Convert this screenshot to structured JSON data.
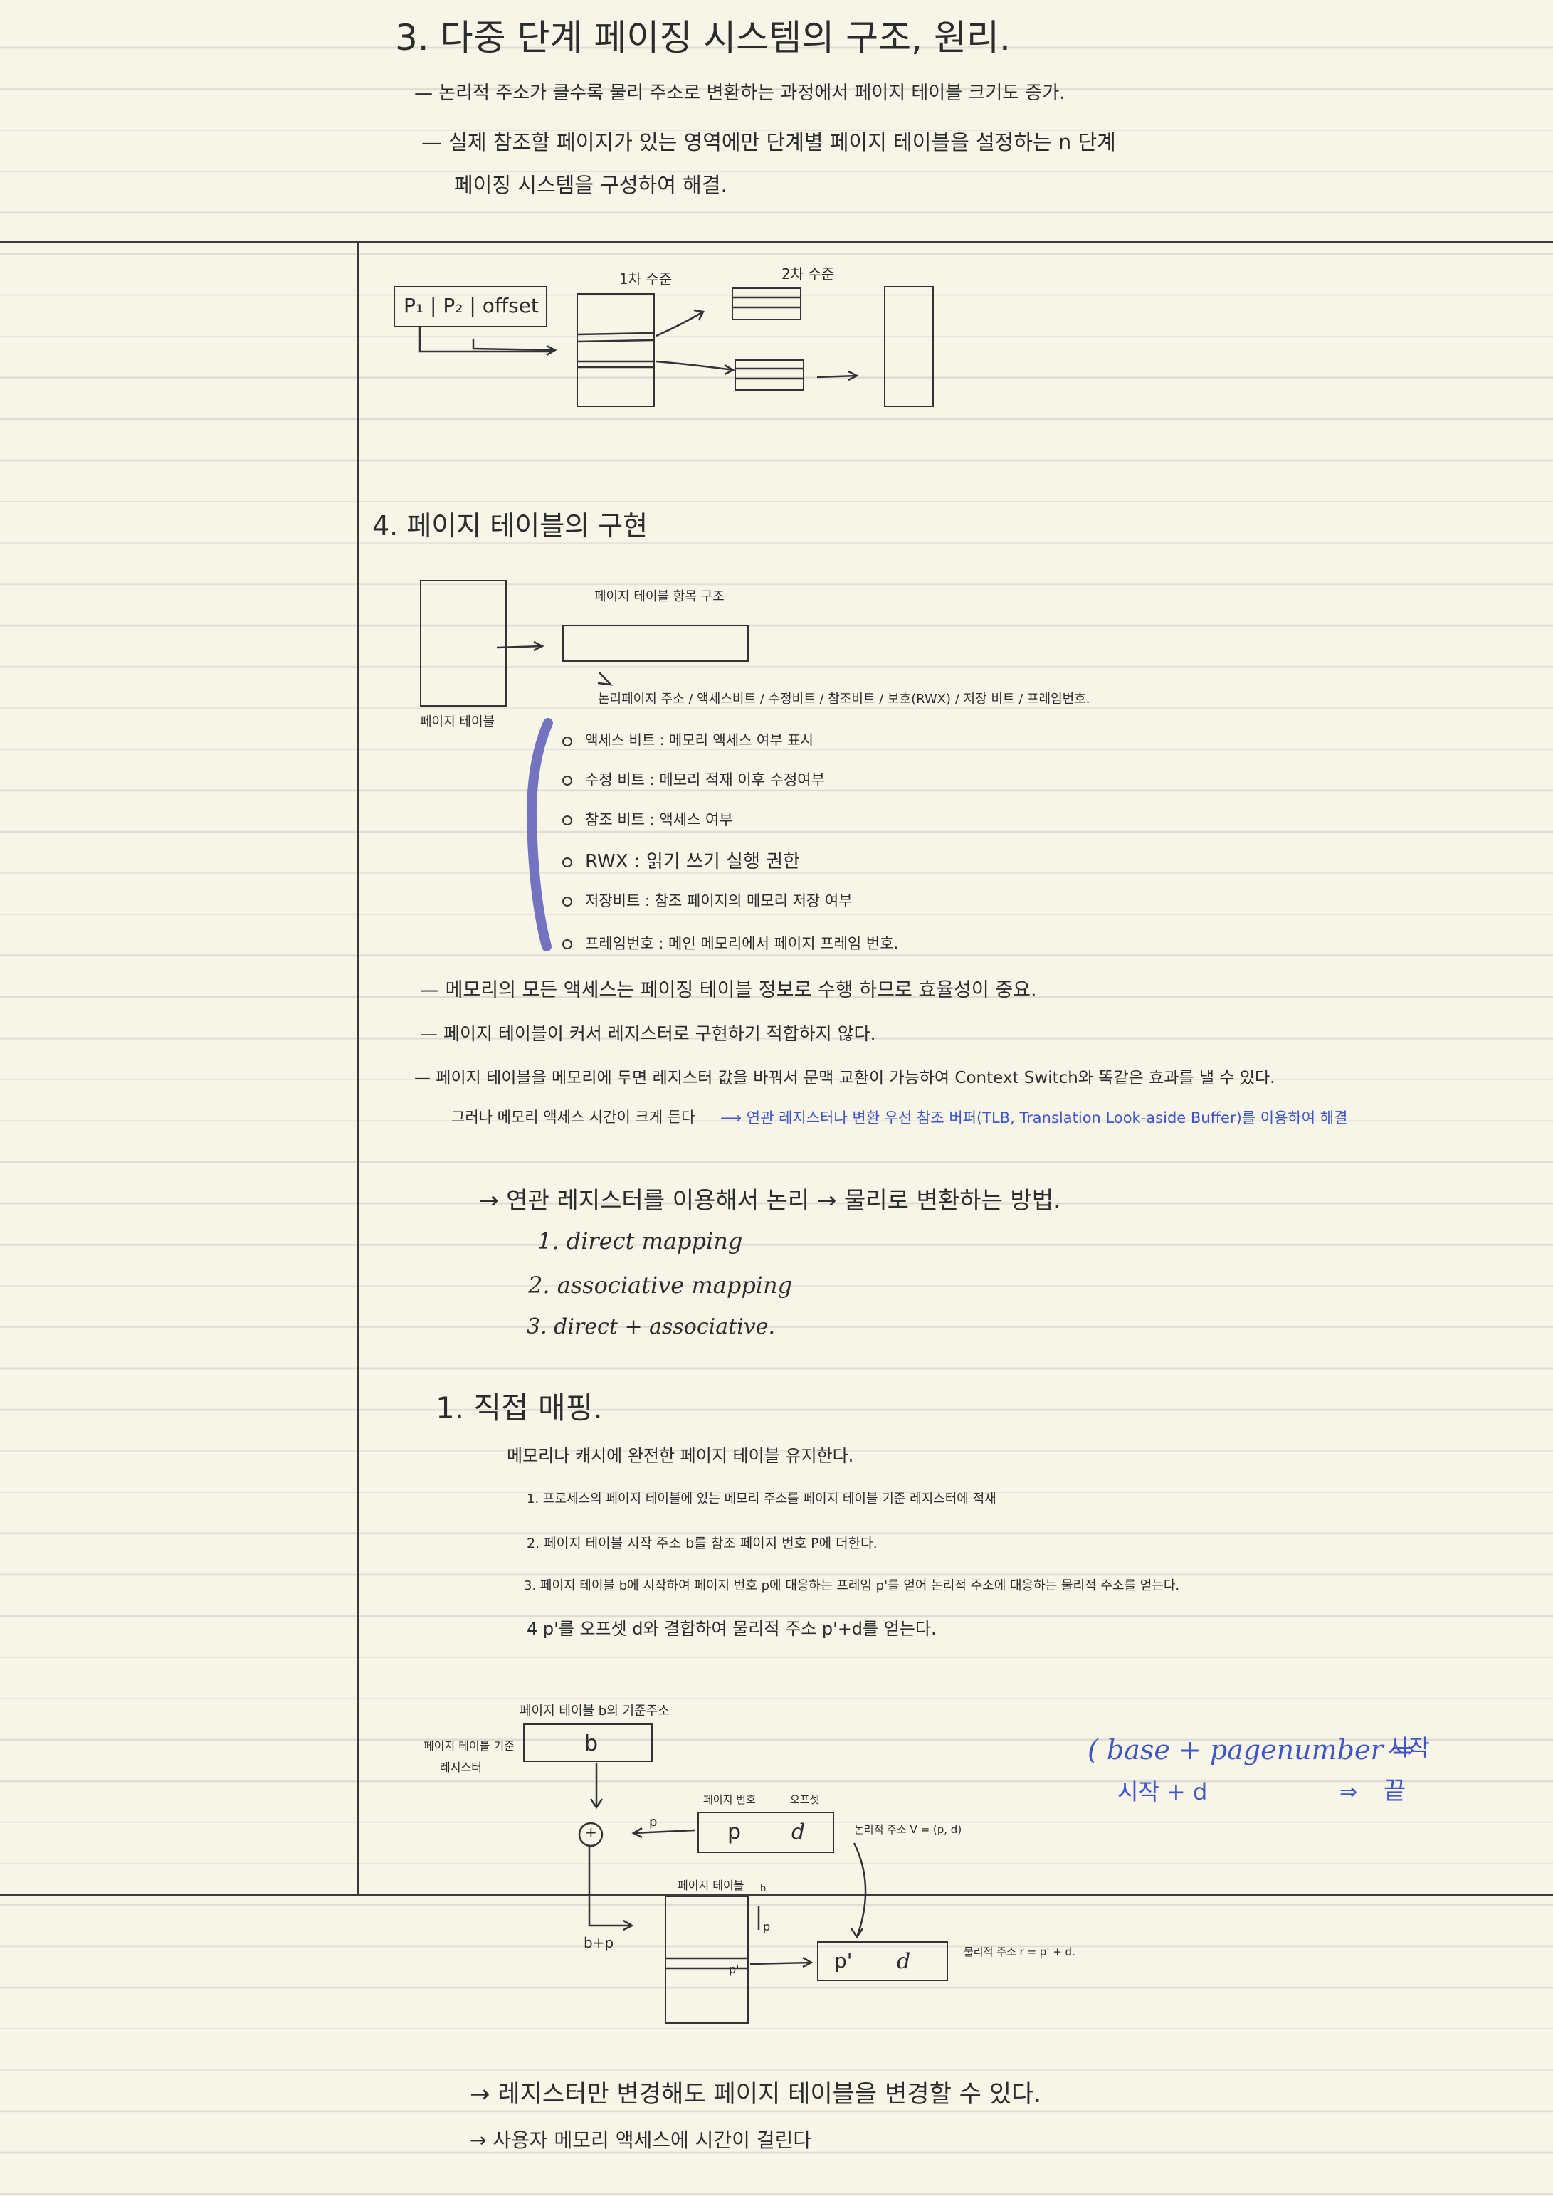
{
  "sec3": {
    "title": "3. 다중 단계 페이징 시스템의 구조, 원리.",
    "lines": [
      "— 논리적 주소가 클수록 물리 주소로 변환하는 과정에서 페이지 테이블 크기도 증가.",
      "— 실제 참조할 페이지가 있는 영역에만 단계별 페이지 테이블을 설정하는 n 단계",
      "페이징 시스템을 구성하여 해결."
    ],
    "diagram": {
      "address_label": "P₁ | P₂ | offset",
      "level1_label": "1차 수준",
      "level2_label": "2차 수준"
    }
  },
  "sec4": {
    "title": "4. 페이지 테이블의 구현",
    "entry_caption": "페이지 테이블 항목 구조",
    "page_table_caption": "페이지 테이블",
    "entry_fields": "논리페이지 주소 / 액세스비트 / 수정비트 / 참조비트 / 보호(RWX) / 저장 비트 / 프레임번호.",
    "bits": [
      "액세스 비트 : 메모리 액세스 여부 표시",
      "수정 비트 : 메모리 적재 이후 수정여부",
      "참조 비트 : 액세스 여부",
      "RWX : 읽기 쓰기 실행 권한",
      "저장비트 : 참조 페이지의 메모리 저장 여부",
      "프레임번호 : 메인 메모리에서 페이지 프레임 번호."
    ],
    "notes": [
      "— 메모리의 모든 액세스는 페이징 테이블 정보로 수행 하므로 효율성이 중요.",
      "— 페이지 테이블이 커서 레지스터로 구현하기 적합하지 않다.",
      "— 페이지 테이블을 메모리에 두면 레지스터 값을 바꿔서 문맥 교환이 가능하여 Context Switch와 똑같은 효과를 낼 수 있다."
    ],
    "note_cont": "그러나 메모리 액세스 시간이 크게 든다",
    "note_blue": "⟶ 연관 레지스터나 변환 우선 참조 버퍼(TLB, Translation Look-aside Buffer)를 이용하여 해결",
    "method_title": "→ 연관 레지스터를 이용해서 논리 → 물리로 변환하는 방법.",
    "methods": [
      "1. direct mapping",
      "2. associative mapping",
      "3. direct + associative."
    ]
  },
  "sec_direct": {
    "title": "1. 직접 매핑.",
    "intro": "메모리나 캐시에 완전한 페이지 테이블 유지한다.",
    "steps": [
      "1. 프로세스의 페이지 테이블에 있는 메모리 주소를 페이지 테이블 기준 레지스터에 적재",
      "2. 페이지 테이블 시작 주소 b를 참조 페이지 번호 P에 더한다.",
      "3. 페이지 테이블 b에 시작하여 페이지 번호 p에 대응하는 프레임 p'를 얻어 논리적 주소에 대응하는 물리적 주소를 얻는다.",
      "4 p'를 오프셋 d와 결합하여 물리적 주소 p'+d를 얻는다."
    ],
    "diagram": {
      "base_caption": "페이지 테이블 b의 기준주소",
      "register_caption": [
        "페이지 테이블 기준",
        "레지스터"
      ],
      "b": "b",
      "plus": "+",
      "p_arrow": "p",
      "page_no": "페이지 번호",
      "offset": "오프셋",
      "p": "p",
      "d": "d",
      "logical_caption": "논리적 주소 V = (p, d)",
      "page_table_caption": "페이지 테이블",
      "b_mark": "b",
      "p_mark": "p",
      "pprime": "p'",
      "bp": "b+p",
      "phys_p": "p'",
      "phys_d": "d",
      "phys_caption": "물리적 주소 r = p' + d."
    },
    "blue_note": [
      "( base + pagenumber ⇒",
      "시작",
      "시작 + d",
      "⇒",
      "끝"
    ],
    "conclusions": [
      "→ 레지스터만 변경해도 페이지 테이블을 변경할 수 있다.",
      "→ 사용자 메모리 액세스에 시간이 걸린다"
    ]
  }
}
